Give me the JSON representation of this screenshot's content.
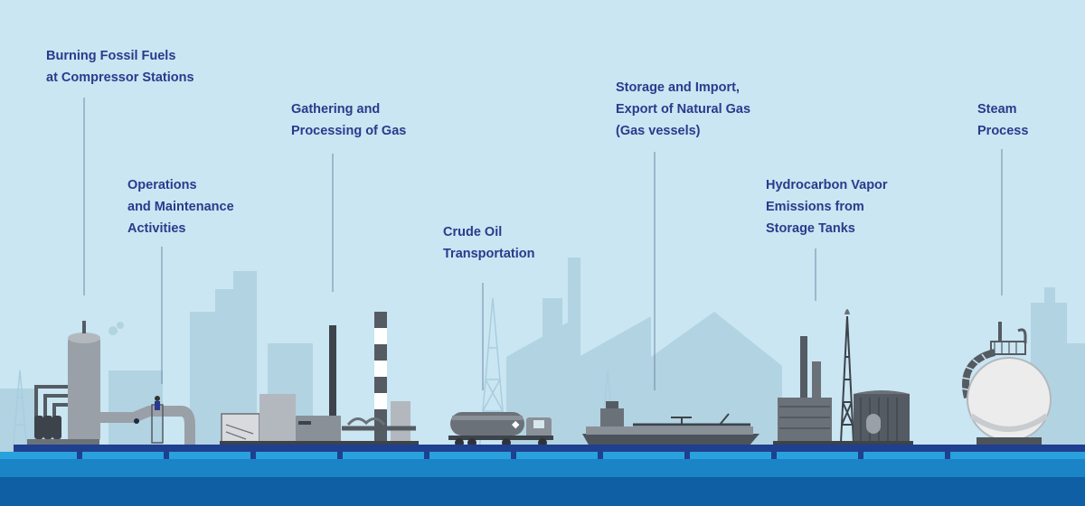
{
  "colors": {
    "sky": "#c9e6f2",
    "silhouette": "#b2d3e2",
    "label": "#2b3a8c",
    "leader": "#6e8aa6",
    "ground_top": "#1f3f8f",
    "water_light": "#2aa1dc",
    "water_mid": "#1a84c6",
    "water_deep": "#0f5fa5",
    "equipment_dark": "#555b63",
    "equipment_light": "#9aa0a7"
  },
  "labels": [
    {
      "id": "burning",
      "lines": [
        "Burning Fossil Fuels",
        "at Compressor Stations"
      ]
    },
    {
      "id": "operations",
      "lines": [
        "Operations",
        "and Maintenance",
        "Activities"
      ]
    },
    {
      "id": "gathering",
      "lines": [
        "Gathering and",
        "Processing of Gas"
      ]
    },
    {
      "id": "crude",
      "lines": [
        "Crude Oil",
        "Transportation"
      ]
    },
    {
      "id": "storage",
      "lines": [
        "Storage and Import,",
        "Export of Natural Gas",
        "(Gas vessels)"
      ]
    },
    {
      "id": "hydrocarbon",
      "lines": [
        "Hydrocarbon Vapor",
        "Emissions from",
        "Storage Tanks"
      ]
    },
    {
      "id": "steam",
      "lines": [
        "Steam",
        "Process"
      ]
    }
  ],
  "truck": {
    "hazard_symbol": "◆"
  }
}
